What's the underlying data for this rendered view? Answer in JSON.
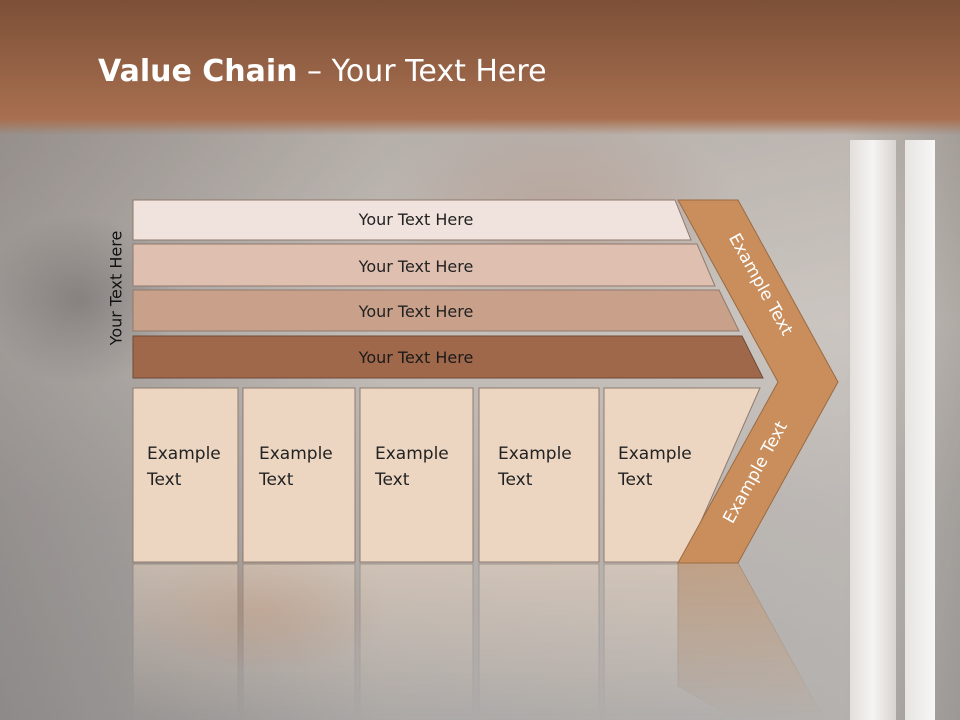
{
  "slide": {
    "title_bold": "Value Chain",
    "title_rest": " – Your Text Here",
    "side_label": "Your Text Here"
  },
  "rows": [
    {
      "label": "Your Text Here",
      "color": "#f0e2dc"
    },
    {
      "label": "Your Text Here",
      "color": "#dfbfb0"
    },
    {
      "label": "Your Text Here",
      "color": "#c9a08a"
    },
    {
      "label": "Your Text Here",
      "color": "#a0684a"
    }
  ],
  "cards": [
    {
      "line1": "Example",
      "line2": "Text"
    },
    {
      "line1": "Example",
      "line2": "Text"
    },
    {
      "line1": "Example",
      "line2": "Text"
    },
    {
      "line1": "Example",
      "line2": "Text"
    },
    {
      "line1": "Example",
      "line2": "Text"
    }
  ],
  "chevron": {
    "upper_text": "Example Text",
    "lower_text": "Example Text",
    "color": "#c98e5c"
  },
  "colors": {
    "header": "#9a6548",
    "card_fill": "#ecd6c2"
  }
}
